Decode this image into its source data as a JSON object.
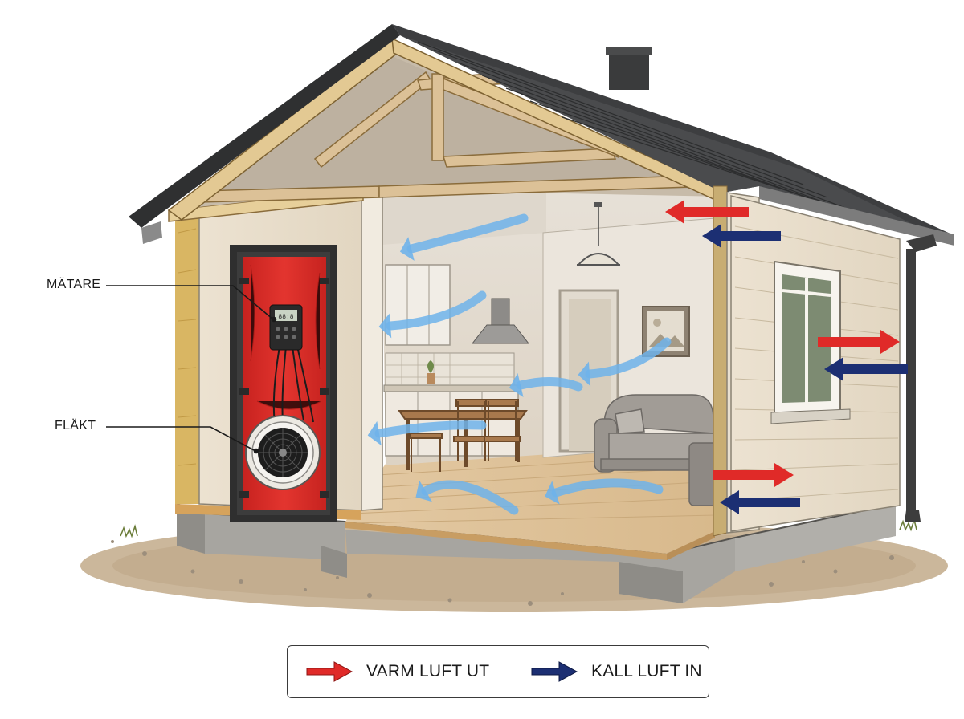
{
  "callouts": {
    "meter": "MÄTARE",
    "fan": "FLÄKT"
  },
  "legend": {
    "warm_out": "VARM LUFT UT",
    "cold_in": "KALL LUFT IN"
  },
  "colors": {
    "warm": "#e02a28",
    "cold": "#1c2f73",
    "indoor_flow": "#6fb3ea",
    "door_panel": "#e0312c",
    "roof": "#3b3b3c",
    "siding": "#ece2d1",
    "timber": "#dcc197",
    "concrete": "#a3a19c"
  },
  "icons": {
    "legend_warm": "red-arrow-right-icon",
    "legend_cold": "navy-arrow-right-icon"
  }
}
